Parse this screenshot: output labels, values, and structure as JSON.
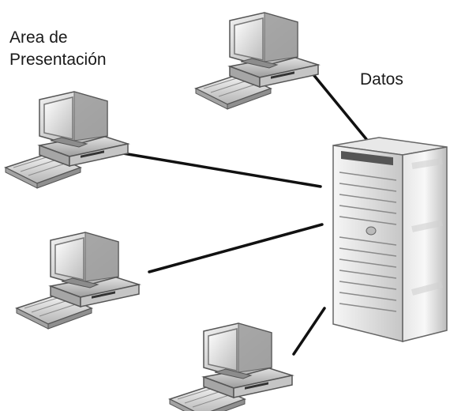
{
  "labels": {
    "presentation_line1": "Area de",
    "presentation_line2": "Presentación",
    "data": "Datos"
  },
  "nodes": {
    "clients": [
      {
        "name": "client-computer-top"
      },
      {
        "name": "client-computer-upper-left"
      },
      {
        "name": "client-computer-lower-left"
      },
      {
        "name": "client-computer-bottom"
      }
    ],
    "server": {
      "name": "data-server"
    }
  },
  "colors": {
    "connection_line": "#111111",
    "monitor_body": "#d4d4d4",
    "server_body": "#cfcfcf"
  }
}
